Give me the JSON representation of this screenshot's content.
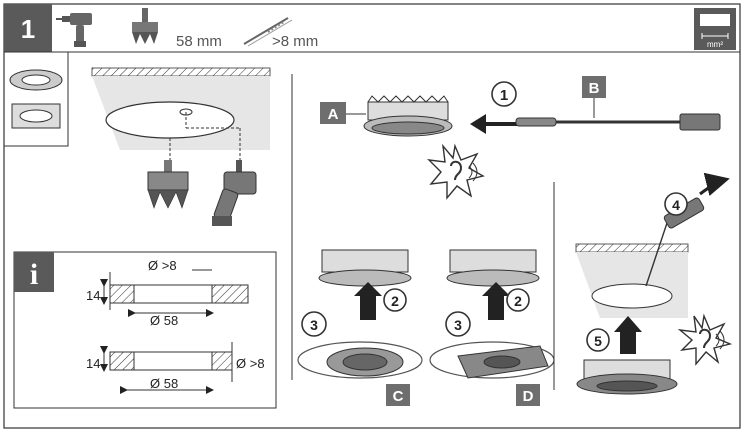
{
  "header": {
    "step_number": "1",
    "cutout_diameter": "58 mm",
    "cable_length": ">8 mm",
    "wire_unit": "mm²",
    "icons": [
      "drill-icon",
      "hole-saw-icon",
      "wire-stripper-icon",
      "wire-cross-section-icon"
    ]
  },
  "info_box": {
    "info_symbol": "i",
    "top_dims": {
      "thickness": "14",
      "gap": "Ø >8",
      "diameter": "Ø 58"
    },
    "bottom_dims": {
      "thickness": "14",
      "gap": "Ø >8",
      "diameter": "Ø 58"
    }
  },
  "steps": {
    "step1": "1",
    "step2a": "2",
    "step2b": "2",
    "step3a": "3",
    "step3b": "3",
    "step4": "4",
    "step5": "5"
  },
  "part_labels": {
    "A": "A",
    "B": "B",
    "C": "C",
    "D": "D"
  },
  "colors": {
    "header_dark": "#5a5a5a",
    "label_gray": "#6e6e6e",
    "line": "#222222",
    "ceiling_fill": "#e6e6e6"
  }
}
